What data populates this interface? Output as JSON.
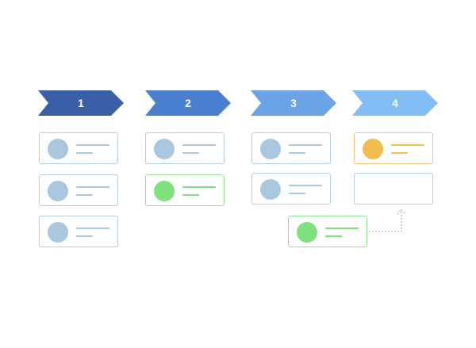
{
  "stages": [
    {
      "label": "1",
      "color": "#3a5fa8"
    },
    {
      "label": "2",
      "color": "#4a7fcf"
    },
    {
      "label": "3",
      "color": "#6aa3e6"
    },
    {
      "label": "4",
      "color": "#82bef5"
    }
  ],
  "card_colors": {
    "default": "#a9c8e0",
    "active": "#7fe17e",
    "highlight": "#f2bd4f"
  },
  "connector": {
    "style": "dotted",
    "arrow": "up",
    "color": "#a9c8e0"
  }
}
